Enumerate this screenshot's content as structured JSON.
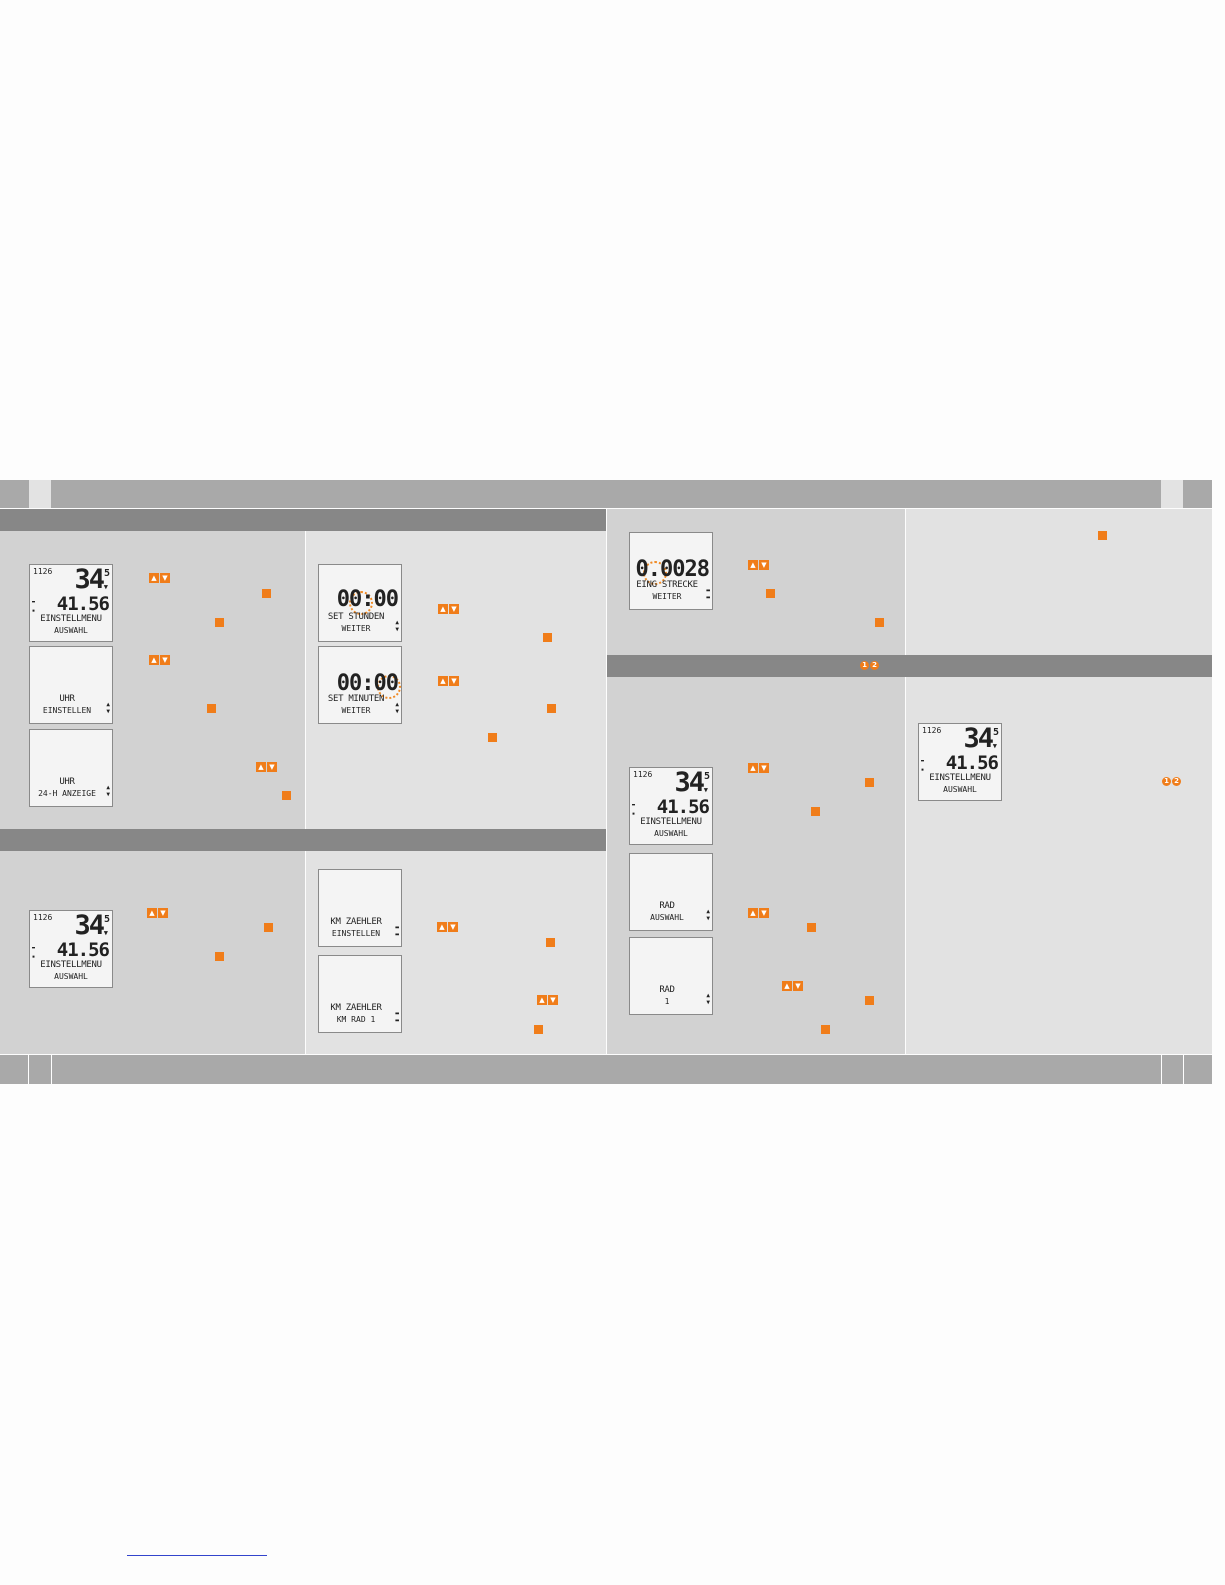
{
  "lcd": {
    "main": {
      "time": "1126",
      "big": "34",
      "sup": "5",
      "mid": "41.56",
      "line1": "EINSTELLMENU",
      "line2": "AUSWAHL"
    },
    "uhr_einstellen": {
      "line1": "UHR",
      "line2": "EINSTELLEN"
    },
    "uhr_anzeige": {
      "line1": "UHR",
      "line2": "24-H ANZEIGE"
    },
    "set_stunden": {
      "value": "00:00",
      "line1": "SET STUNDEN",
      "line2": "WEITER"
    },
    "set_minuten": {
      "value": "00:00",
      "line1": "SET MINUTEN",
      "line2": "WEITER"
    },
    "km_einstellen": {
      "line1": "KM ZAEHLER",
      "line2": "EINSTELLEN"
    },
    "km_rad": {
      "line1": "KM ZAEHLER",
      "line2": "KM RAD 1"
    },
    "eing_strecke": {
      "value": "0.0028",
      "line1": "EING STRECKE",
      "line2": "WEITER"
    },
    "rad_auswahl": {
      "line1": "RAD",
      "line2": "AUSWAHL"
    },
    "rad_1": {
      "line1": "RAD",
      "line2": "1"
    }
  },
  "icons": {
    "updown": [
      "▲",
      "▼"
    ],
    "marker_numbers": [
      "1",
      "2"
    ]
  },
  "colors": {
    "accent": "#f07d1a",
    "band": "#a9a9a9",
    "header": "#878787",
    "panel_dark": "#d2d2d2",
    "panel_light": "#e2e2e2"
  }
}
